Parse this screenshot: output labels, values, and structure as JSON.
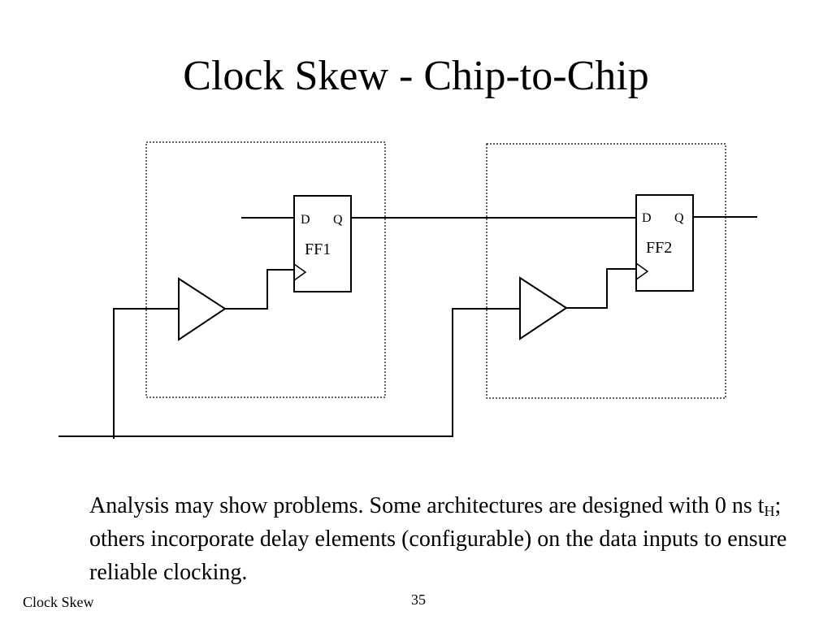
{
  "slide": {
    "title": "Clock Skew - Chip-to-Chip",
    "footer_left": "Clock Skew",
    "page_number": "35"
  },
  "diagram": {
    "ff1": {
      "name": "FF1",
      "d_label": "D",
      "q_label": "Q"
    },
    "ff2": {
      "name": "FF2",
      "d_label": "D",
      "q_label": "Q"
    }
  },
  "caption": {
    "part1": "Analysis may show problems.  Some architectures are designed with 0 ns t",
    "subscript": "H",
    "part2": "; others incorporate delay elements (configurable) on the data inputs to ensure reliable clocking."
  }
}
